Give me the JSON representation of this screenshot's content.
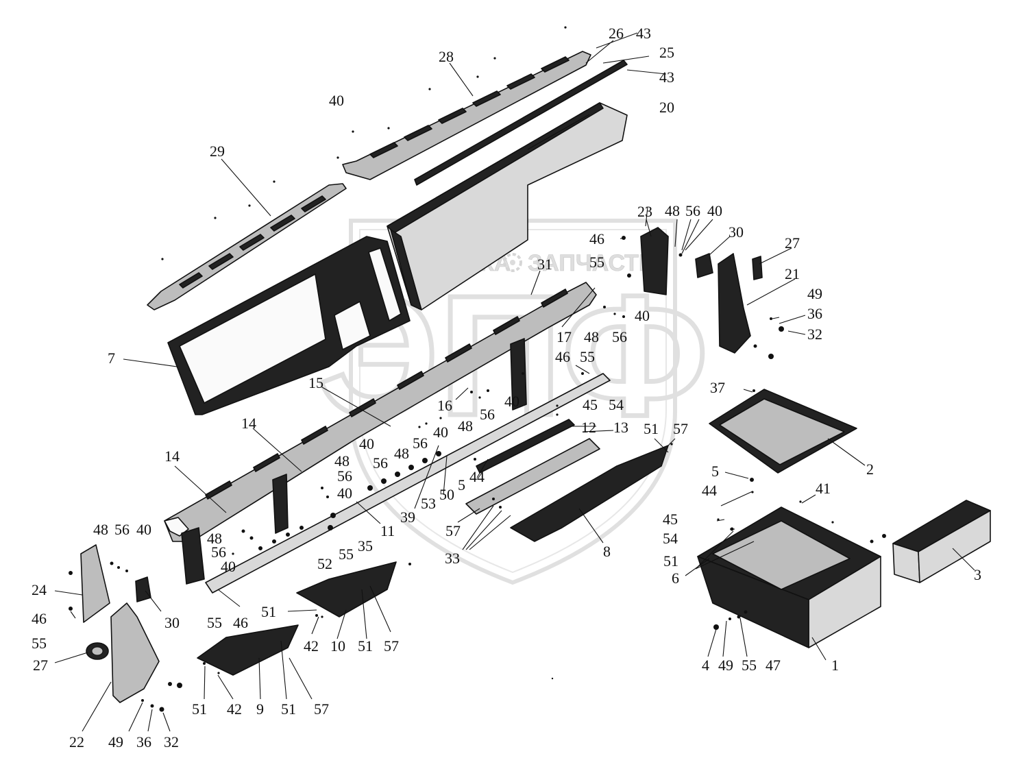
{
  "watermark": {
    "left_text": "ТЕХНИКА",
    "right_text": "ЗАПЧАСТИ",
    "logo_letters": "ЭПФ",
    "accent_color": "#c8c8c8"
  },
  "callouts": [
    {
      "id": "c1",
      "label": "1"
    },
    {
      "id": "c2",
      "label": "2"
    },
    {
      "id": "c3",
      "label": "3"
    },
    {
      "id": "c4",
      "label": "4"
    },
    {
      "id": "c5a",
      "label": "5"
    },
    {
      "id": "c5b",
      "label": "5"
    },
    {
      "id": "c6",
      "label": "6"
    },
    {
      "id": "c7",
      "label": "7"
    },
    {
      "id": "c8",
      "label": "8"
    },
    {
      "id": "c9",
      "label": "9"
    },
    {
      "id": "c10",
      "label": "10"
    },
    {
      "id": "c11",
      "label": "11"
    },
    {
      "id": "c12",
      "label": "12"
    },
    {
      "id": "c13",
      "label": "13"
    },
    {
      "id": "c14a",
      "label": "14"
    },
    {
      "id": "c14b",
      "label": "14"
    },
    {
      "id": "c15",
      "label": "15"
    },
    {
      "id": "c16",
      "label": "16"
    },
    {
      "id": "c17",
      "label": "17"
    },
    {
      "id": "c20",
      "label": "20"
    },
    {
      "id": "c21",
      "label": "21"
    },
    {
      "id": "c22",
      "label": "22"
    },
    {
      "id": "c23",
      "label": "23"
    },
    {
      "id": "c24",
      "label": "24"
    },
    {
      "id": "c25",
      "label": "25"
    },
    {
      "id": "c26",
      "label": "26"
    },
    {
      "id": "c27a",
      "label": "27"
    },
    {
      "id": "c27b",
      "label": "27"
    },
    {
      "id": "c28",
      "label": "28"
    },
    {
      "id": "c29",
      "label": "29"
    },
    {
      "id": "c30a",
      "label": "30"
    },
    {
      "id": "c30b",
      "label": "30"
    },
    {
      "id": "c31",
      "label": "31"
    },
    {
      "id": "c32a",
      "label": "32"
    },
    {
      "id": "c32b",
      "label": "32"
    },
    {
      "id": "c33",
      "label": "33"
    },
    {
      "id": "c35",
      "label": "35"
    },
    {
      "id": "c36a",
      "label": "36"
    },
    {
      "id": "c36b",
      "label": "36"
    },
    {
      "id": "c37",
      "label": "37"
    },
    {
      "id": "c39",
      "label": "39"
    },
    {
      "id": "c40a",
      "label": "40"
    },
    {
      "id": "c40b",
      "label": "40"
    },
    {
      "id": "c40c",
      "label": "40"
    },
    {
      "id": "c40d",
      "label": "40"
    },
    {
      "id": "c40e",
      "label": "40"
    },
    {
      "id": "c40f",
      "label": "40"
    },
    {
      "id": "c40g",
      "label": "40"
    },
    {
      "id": "c40h",
      "label": "40"
    },
    {
      "id": "c40i",
      "label": "40"
    },
    {
      "id": "c41",
      "label": "41"
    },
    {
      "id": "c42a",
      "label": "42"
    },
    {
      "id": "c42b",
      "label": "42"
    },
    {
      "id": "c43a",
      "label": "43"
    },
    {
      "id": "c43b",
      "label": "43"
    },
    {
      "id": "c44a",
      "label": "44"
    },
    {
      "id": "c44b",
      "label": "44"
    },
    {
      "id": "c45a",
      "label": "45"
    },
    {
      "id": "c45b",
      "label": "45"
    },
    {
      "id": "c46a",
      "label": "46"
    },
    {
      "id": "c46b",
      "label": "46"
    },
    {
      "id": "c46c",
      "label": "46"
    },
    {
      "id": "c46d",
      "label": "46"
    },
    {
      "id": "c47",
      "label": "47"
    },
    {
      "id": "c48a",
      "label": "48"
    },
    {
      "id": "c48b",
      "label": "48"
    },
    {
      "id": "c48c",
      "label": "48"
    },
    {
      "id": "c48d",
      "label": "48"
    },
    {
      "id": "c48e",
      "label": "48"
    },
    {
      "id": "c48f",
      "label": "48"
    },
    {
      "id": "c48g",
      "label": "48"
    },
    {
      "id": "c48h",
      "label": "48"
    },
    {
      "id": "c49a",
      "label": "49"
    },
    {
      "id": "c49b",
      "label": "49"
    },
    {
      "id": "c49c",
      "label": "49"
    },
    {
      "id": "c50",
      "label": "50"
    },
    {
      "id": "c51a",
      "label": "51"
    },
    {
      "id": "c51b",
      "label": "51"
    },
    {
      "id": "c51c",
      "label": "51"
    },
    {
      "id": "c51d",
      "label": "51"
    },
    {
      "id": "c51e",
      "label": "51"
    },
    {
      "id": "c51f",
      "label": "51"
    },
    {
      "id": "c51g",
      "label": "51"
    },
    {
      "id": "c52",
      "label": "52"
    },
    {
      "id": "c53",
      "label": "53"
    },
    {
      "id": "c54a",
      "label": "54"
    },
    {
      "id": "c54b",
      "label": "54"
    },
    {
      "id": "c55a",
      "label": "55"
    },
    {
      "id": "c55b",
      "label": "55"
    },
    {
      "id": "c55c",
      "label": "55"
    },
    {
      "id": "c55d",
      "label": "55"
    },
    {
      "id": "c55e",
      "label": "55"
    },
    {
      "id": "c55f",
      "label": "55"
    },
    {
      "id": "c56a",
      "label": "56"
    },
    {
      "id": "c56b",
      "label": "56"
    },
    {
      "id": "c56c",
      "label": "56"
    },
    {
      "id": "c56d",
      "label": "56"
    },
    {
      "id": "c56e",
      "label": "56"
    },
    {
      "id": "c56f",
      "label": "56"
    },
    {
      "id": "c56g",
      "label": "56"
    },
    {
      "id": "c56h",
      "label": "56"
    },
    {
      "id": "c57a",
      "label": "57"
    },
    {
      "id": "c57b",
      "label": "57"
    },
    {
      "id": "c57c",
      "label": "57"
    },
    {
      "id": "c57d",
      "label": "57"
    }
  ]
}
